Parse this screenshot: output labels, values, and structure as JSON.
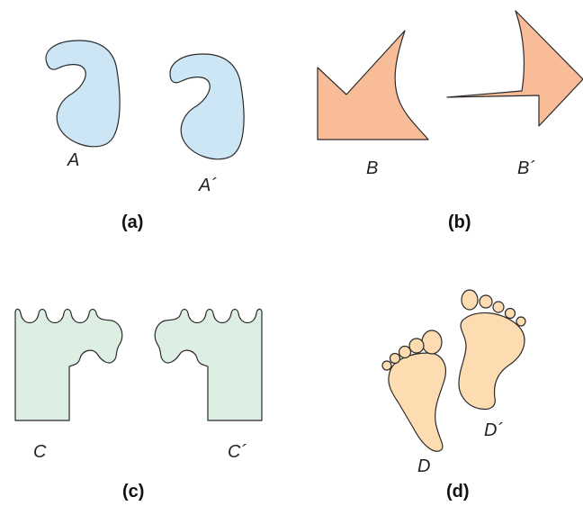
{
  "panels": [
    {
      "label": "(a)",
      "shapes": [
        "A",
        "A´"
      ]
    },
    {
      "label": "(b)",
      "shapes": [
        "B",
        "B´"
      ]
    },
    {
      "label": "(c)",
      "shapes": [
        "C",
        "C´"
      ]
    },
    {
      "label": "(d)",
      "shapes": [
        "D",
        "D´"
      ]
    }
  ],
  "colors": {
    "panel_a_fill": "#cce6f6",
    "panel_b_fill": "#f8bd98",
    "panel_c_fill": "#ddeee3",
    "panel_d_fill": "#fcdcb0",
    "outline": "#2a2a2a"
  }
}
